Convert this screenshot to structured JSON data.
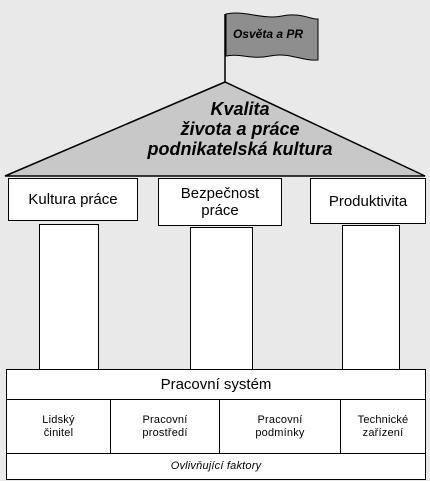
{
  "flag": {
    "label": "Osvěta a PR"
  },
  "roof": {
    "lines": [
      "Kvalita",
      "života a práce",
      "podnikatelská kultura"
    ]
  },
  "pillars": [
    {
      "label": "Kultura práce"
    },
    {
      "label_lines": [
        "Bezpečnost",
        "práce"
      ]
    },
    {
      "label": "Produktivita"
    }
  ],
  "system": {
    "label": "Pracovní systém"
  },
  "factors": [
    {
      "lines": [
        "Lidský",
        "činitel"
      ]
    },
    {
      "lines": [
        "Pracovní",
        "prostředí"
      ]
    },
    {
      "lines": [
        "Pracovní",
        "podmínky"
      ]
    },
    {
      "lines": [
        "Technické",
        "zařízení"
      ]
    }
  ],
  "footer": {
    "label": "Ovlivňující faktory"
  },
  "colors": {
    "background": "#e9e9e9",
    "roof_fill": "#c8c8c8",
    "flag_fill": "#8e8e8e"
  }
}
